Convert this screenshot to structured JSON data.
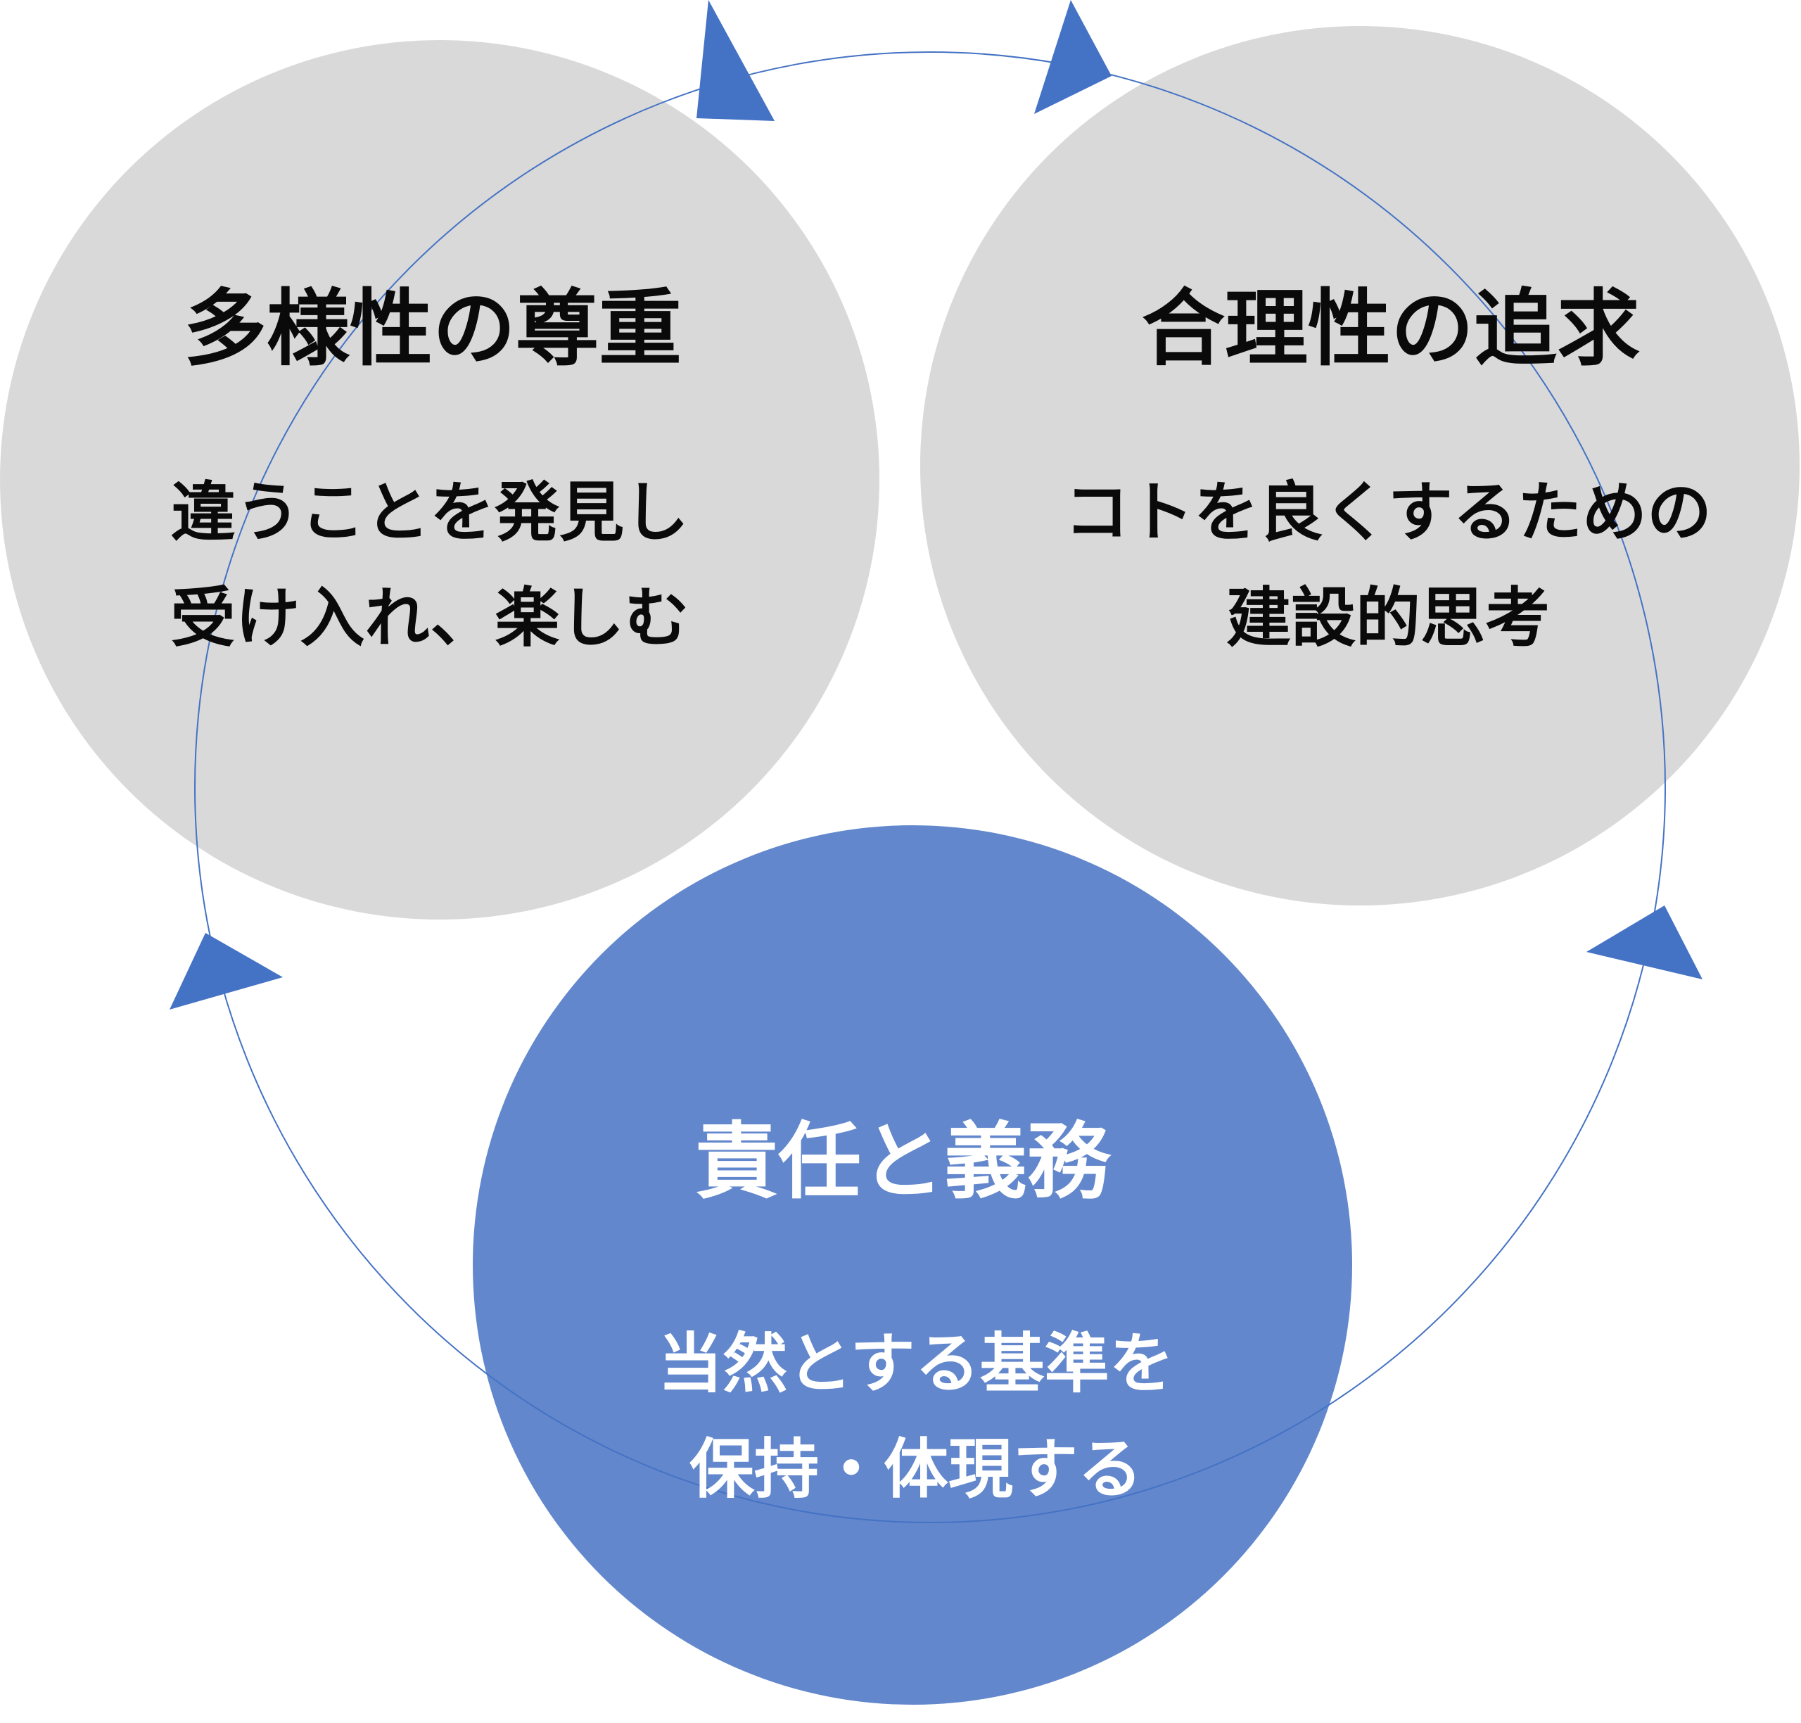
{
  "colors": {
    "gray_circle": "#d9d9d9",
    "blue_circle": "#6287cc",
    "ring_stroke": "#4472c4",
    "arrow_fill": "#4472c4",
    "dark_text": "#0a0a0a",
    "light_text": "#ffffff"
  },
  "circles": {
    "diversity": {
      "title": "多様性の尊重",
      "line1": "違うことを発見し",
      "line2": "受け入れ、楽しむ"
    },
    "rationality": {
      "title": "合理性の追求",
      "line1": "コトを良くするための",
      "line2": "建設的思考"
    },
    "responsibility": {
      "title": "責任と義務",
      "line1": "当然とする基準を",
      "line2": "保持・体現する"
    }
  },
  "arrows": [
    "arrow-right-icon",
    "arrow-right-icon",
    "arrow-up-icon",
    "arrow-up-icon"
  ]
}
